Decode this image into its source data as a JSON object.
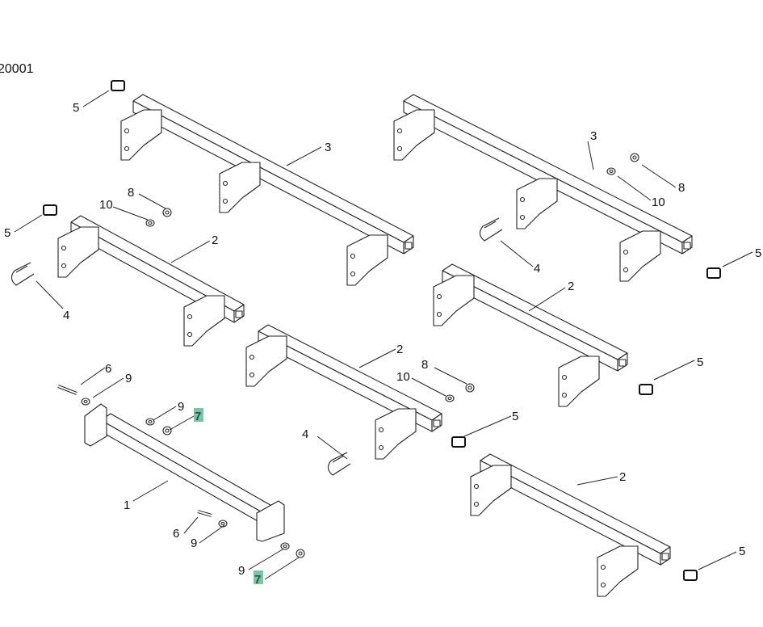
{
  "diagram_id": "20001",
  "highlight_color": "#7cc4a4",
  "callouts": [
    "5",
    "3",
    "8",
    "10",
    "5",
    "2",
    "4",
    "3",
    "8",
    "10",
    "4",
    "5",
    "2",
    "5",
    "2",
    "8",
    "10",
    "5",
    "4",
    "6",
    "9",
    "9",
    "7",
    "1",
    "2",
    "5",
    "6",
    "9",
    "9",
    "7"
  ],
  "highlighted_part": "7"
}
